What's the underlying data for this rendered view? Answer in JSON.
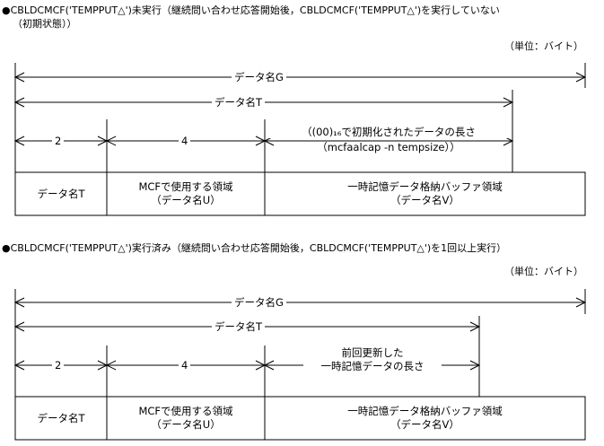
{
  "section1": {
    "heading": "●CBLDCMCF('TEMPPUT△')未実行（継続問い合わせ応答開始後，CBLDCMCF('TEMPPUT△')を実行していない",
    "heading2": "（初期状態））",
    "unit": "（単位：バイト）",
    "label_g": "データ名G",
    "label_t": "データ名T",
    "size_a": "2",
    "size_b": "4",
    "size_c_line1": "（(00)₁₆で初期化されたデータの長さ",
    "size_c_line2": "（mcfaalcap -n tempsize））",
    "cell_a": "データ名T",
    "cell_b_line1": "MCFで使用する領域",
    "cell_b_line2": "（データ名U）",
    "cell_c_line1": "一時記憶データ格納バッファ領域",
    "cell_c_line2": "（データ名V）"
  },
  "section2": {
    "heading": "●CBLDCMCF('TEMPPUT△')実行済み（継続問い合わせ応答開始後，CBLDCMCF('TEMPPUT△')を1回以上実行）",
    "unit": "（単位：バイト）",
    "label_g": "データ名G",
    "label_t": "データ名T",
    "size_a": "2",
    "size_b": "4",
    "size_c_line1": "前回更新した",
    "size_c_line2": "一時記憶データの長さ",
    "cell_a": "データ名T",
    "cell_b_line1": "MCFで使用する領域",
    "cell_b_line2": "（データ名U）",
    "cell_c_line1": "一時記憶データ格納バッファ領域",
    "cell_c_line2": "（データ名V）"
  }
}
